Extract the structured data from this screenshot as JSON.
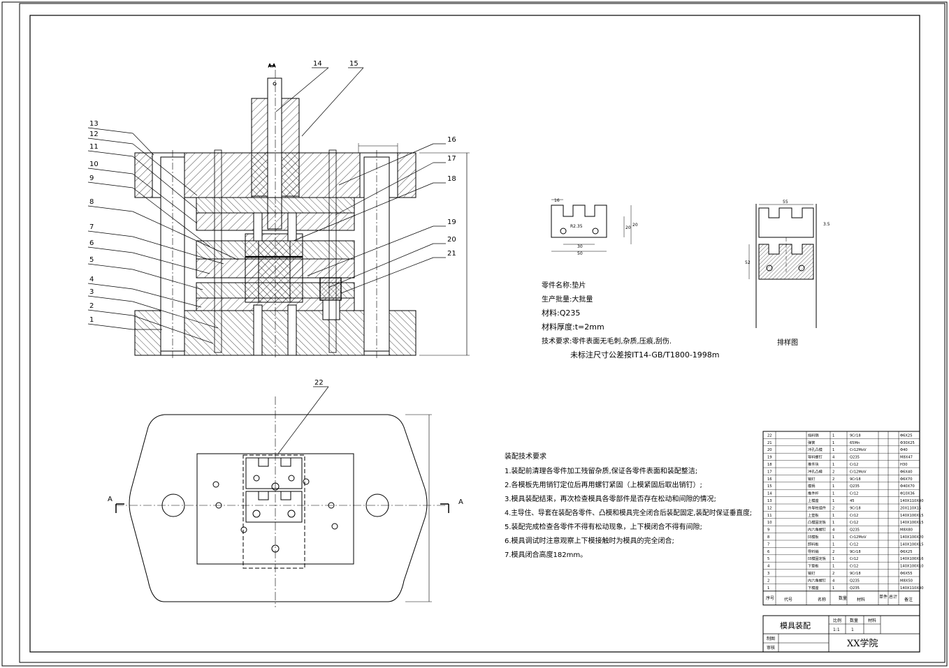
{
  "section_label": "A-A",
  "leader_numbers": [
    "1",
    "2",
    "3",
    "4",
    "5",
    "6",
    "7",
    "8",
    "9",
    "10",
    "11",
    "12",
    "13",
    "14",
    "15",
    "16",
    "17",
    "18",
    "19",
    "20",
    "21",
    "22"
  ],
  "plan_markers": {
    "left": "A",
    "right": "A"
  },
  "part_info": {
    "name": "零件名称:垫片",
    "batch": "生产批量:大批量",
    "material": "材料:Q235",
    "thickness": "材料厚度:t=2mm",
    "req": "技术要求:零件表面无毛刺,杂质,压痕,刮伤.",
    "tol": "未标注尺寸公差按IT14-GB/T1800-1998m"
  },
  "part_dims": [
    "16",
    "R2.35",
    "30",
    "50",
    "20",
    "20"
  ],
  "strip": {
    "caption": "排样图",
    "dims": [
      "55",
      "3.5",
      "52"
    ]
  },
  "assembly": {
    "title": "装配技术要求",
    "items": [
      "1.装配前清理各零件加工残留杂质,保证各零件表面和装配整洁;",
      "2.各模板先用销钉定位后再用螺钉紧固（上模紧固后取出销钉）;",
      "3.模具装配结束，再次检查模具各零部件是否存在松动和间隙的情况;",
      "4.主导住、导套在装配各零件、凸模和模具完全闭合后装配固定,装配时保证垂直度;",
      "5.装配完成检查各零件不得有松动现象，上下模闭合不得有间隙;",
      "6.模具调试时注意观察上下模接触时为模具的完全闭合;",
      "7.模具闭合高度182mm。"
    ]
  },
  "bom": {
    "header": {
      "no": "序号",
      "code": "代号",
      "name": "名称",
      "qty": "数量",
      "mat": "材料",
      "unit": "单件",
      "total": "总计",
      "note": "备注"
    },
    "rows": [
      [
        "22",
        "",
        "挡料销",
        "1",
        "9Cr18",
        "",
        "",
        "Φ6X25"
      ],
      [
        "21",
        "",
        "弹簧",
        "1",
        "65Mn",
        "",
        "",
        "Φ30X25"
      ],
      [
        "20",
        "",
        "冲孔凸模",
        "1",
        "Cr12MoV",
        "",
        "",
        "Φ40"
      ],
      [
        "19",
        "",
        "导料螺钉",
        "4",
        "Q235",
        "",
        "",
        "M8X47"
      ],
      [
        "18",
        "",
        "推件块",
        "1",
        "Cr12",
        "",
        "",
        "H30"
      ],
      [
        "17",
        "",
        "冲孔凸模",
        "2",
        "Cr12MoV",
        "",
        "",
        "Φ6X40"
      ],
      [
        "16",
        "",
        "销钉",
        "2",
        "9Cr18",
        "",
        "",
        "Φ6X70"
      ],
      [
        "15",
        "",
        "模柄",
        "1",
        "Q235",
        "",
        "",
        "Φ40X70"
      ],
      [
        "14",
        "",
        "推件杆",
        "1",
        "Cr12",
        "",
        "",
        "Φ10X36"
      ],
      [
        "13",
        "",
        "上模座",
        "1",
        "45",
        "",
        "",
        "140X110X40"
      ],
      [
        "12",
        "",
        "外导柱组件",
        "2",
        "9Cr18",
        "",
        "",
        "20X110X15"
      ],
      [
        "11",
        "",
        "上垫板",
        "1",
        "Cr12",
        "",
        "",
        "140X100X15"
      ],
      [
        "10",
        "",
        "凸模固定板",
        "1",
        "Cr12",
        "",
        "",
        "140X100X15"
      ],
      [
        "9",
        "",
        "内六角螺钉",
        "4",
        "Q235",
        "",
        "",
        "M8X80"
      ],
      [
        "8",
        "",
        "凹模板",
        "1",
        "Cr12MoV",
        "",
        "",
        "140X100X20"
      ],
      [
        "7",
        "",
        "卸料板",
        "1",
        "Cr12",
        "",
        "",
        "140X100X15"
      ],
      [
        "6",
        "",
        "导料销",
        "2",
        "9Cr18",
        "",
        "",
        "Φ6X25"
      ],
      [
        "5",
        "",
        "凹模固定板",
        "1",
        "Cr12",
        "",
        "",
        "140X100X16"
      ],
      [
        "4",
        "",
        "下垫板",
        "1",
        "Cr12",
        "",
        "",
        "140X100X10"
      ],
      [
        "3",
        "",
        "销钉",
        "2",
        "9Cr18",
        "",
        "",
        "Φ6X55"
      ],
      [
        "2",
        "",
        "内六角螺钉",
        "4",
        "Q235",
        "",
        "",
        "M8X50"
      ],
      [
        "1",
        "",
        "下模座",
        "1",
        "Q235",
        "",
        "",
        "140X110X40"
      ]
    ]
  },
  "title_block": {
    "drawing": "模具装配",
    "scale_label": "比例",
    "qty_label": "数量",
    "mat_label": "材料",
    "scale": "1:1",
    "qty": "1",
    "school": "XX学院",
    "drawn": "制图",
    "check": "审核"
  }
}
